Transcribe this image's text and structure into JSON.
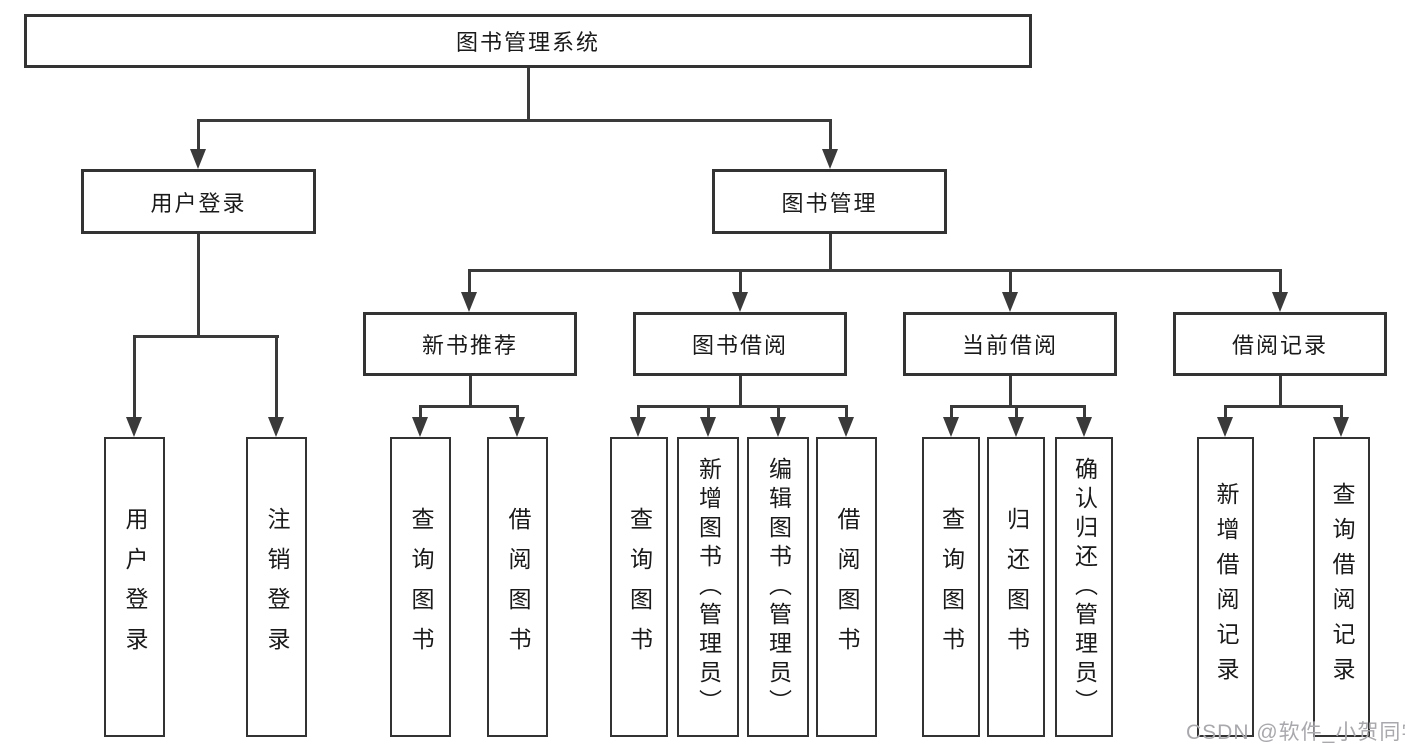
{
  "diagram": {
    "root": {
      "label": "图书管理系统"
    },
    "level2": [
      {
        "label": "用户登录"
      },
      {
        "label": "图书管理"
      }
    ],
    "level3": [
      {
        "label": "新书推荐",
        "parent": "图书管理"
      },
      {
        "label": "图书借阅",
        "parent": "图书管理"
      },
      {
        "label": "当前借阅",
        "parent": "图书管理"
      },
      {
        "label": "借阅记录",
        "parent": "图书管理"
      }
    ],
    "leaves": [
      {
        "label": "用户登录",
        "parent": "用户登录"
      },
      {
        "label": "注销登录",
        "parent": "用户登录"
      },
      {
        "label": "查询图书",
        "parent": "新书推荐"
      },
      {
        "label": "借阅图书",
        "parent": "新书推荐"
      },
      {
        "label": "查询图书",
        "parent": "图书借阅"
      },
      {
        "label": "新增图书（管理员）",
        "parent": "图书借阅"
      },
      {
        "label": "编辑图书（管理员）",
        "parent": "图书借阅"
      },
      {
        "label": "借阅图书",
        "parent": "图书借阅"
      },
      {
        "label": "查询图书",
        "parent": "当前借阅"
      },
      {
        "label": "归还图书",
        "parent": "当前借阅"
      },
      {
        "label": "确认归还（管理员）",
        "parent": "当前借阅"
      },
      {
        "label": "新增借阅记录",
        "parent": "借阅记录"
      },
      {
        "label": "查询借阅记录",
        "parent": "借阅记录"
      }
    ],
    "colors": {
      "line": "#3a3a3a",
      "box_border": "#333333",
      "text": "#1a1a1a",
      "background": "#ffffff",
      "watermark": "#a9a9ad"
    }
  },
  "watermark": {
    "text": "CSDN @软件_小贺同学"
  }
}
